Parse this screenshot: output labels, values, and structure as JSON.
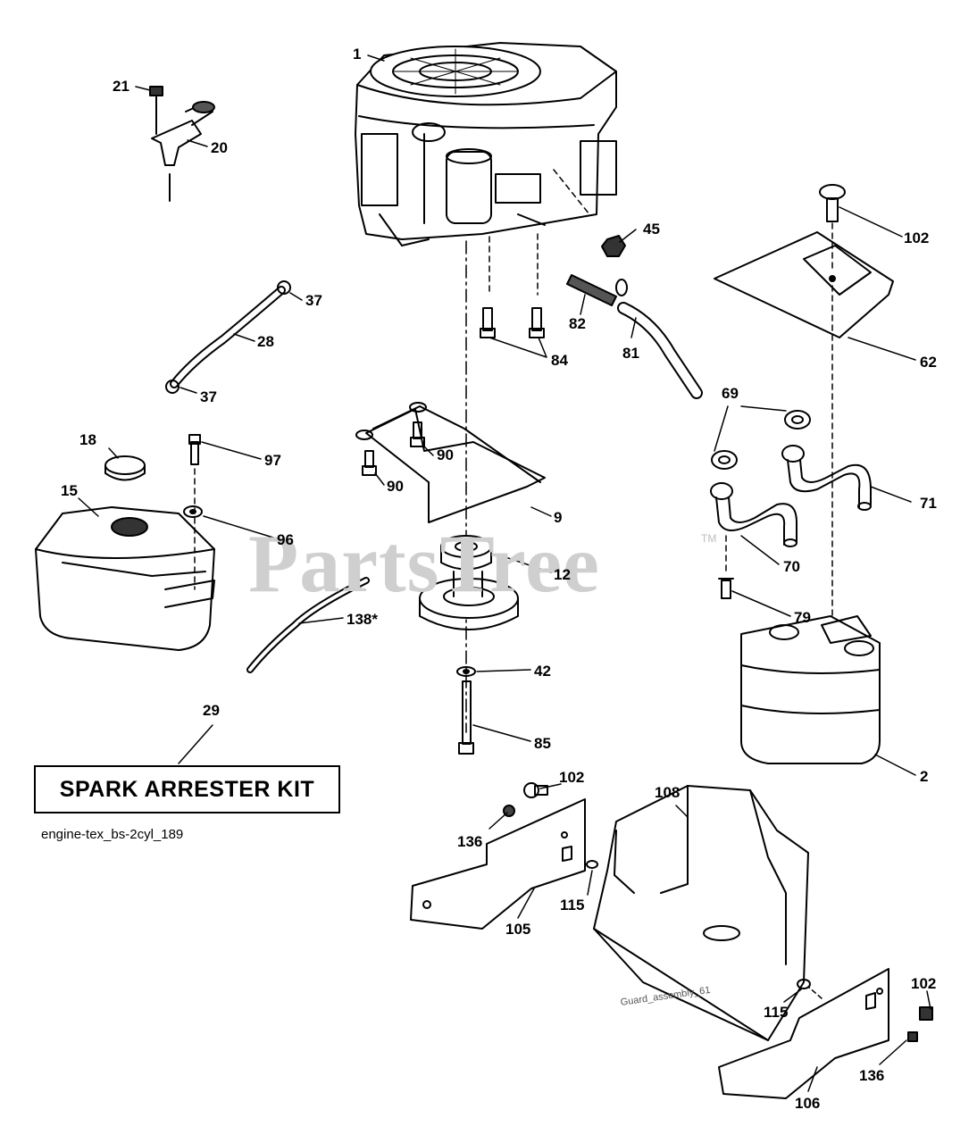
{
  "diagram": {
    "watermark": "PartsTree",
    "trademark": "TM",
    "kit_label": "SPARK ARRESTER KIT",
    "diagram_code": "engine-tex_bs-2cyl_189",
    "guard_label": "Guard_assembly_61"
  },
  "callouts": {
    "c1": "1",
    "c21": "21",
    "c20": "20",
    "c45": "45",
    "c102a": "102",
    "c37a": "37",
    "c28": "28",
    "c37b": "37",
    "c82": "82",
    "c84": "84",
    "c81": "81",
    "c62": "62",
    "c69": "69",
    "c18": "18",
    "c97": "97",
    "c90a": "90",
    "c90b": "90",
    "c71": "71",
    "c15": "15",
    "c9": "9",
    "c96": "96",
    "c12": "12",
    "c70": "70",
    "c138": "138*",
    "c79": "79",
    "c42": "42",
    "c29": "29",
    "c85": "85",
    "c2": "2",
    "c102b": "102",
    "c108": "108",
    "c136a": "136",
    "c115a": "115",
    "c105": "105",
    "c102c": "102",
    "c115b": "115",
    "c136b": "136",
    "c106": "106"
  }
}
